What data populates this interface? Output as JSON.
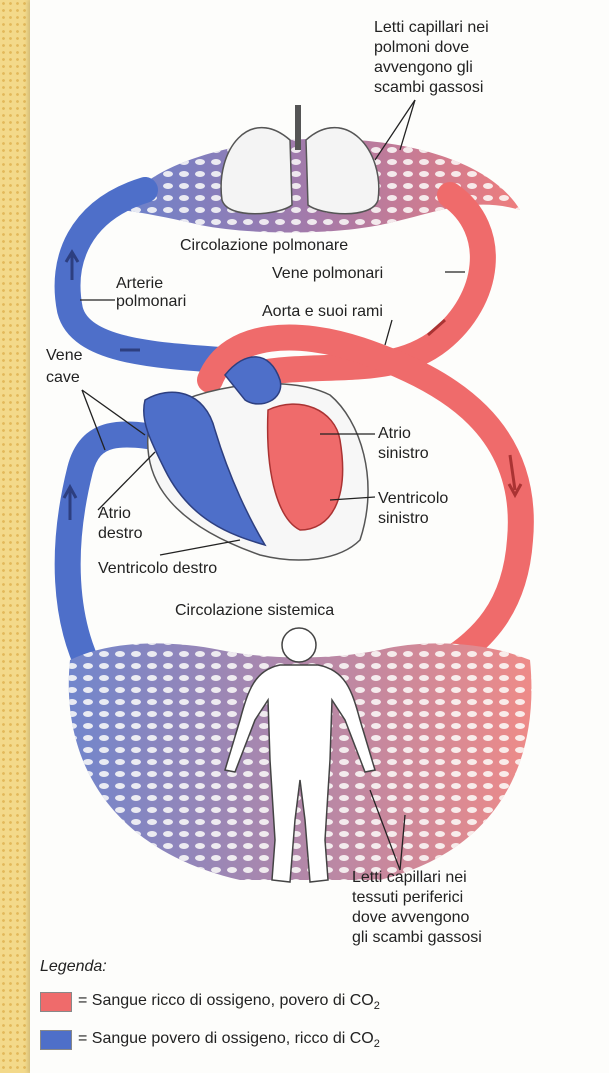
{
  "labels": {
    "lung_caps": [
      "Letti capillari nei",
      "polmoni dove",
      "avvengono gli",
      "scambi gassosi"
    ],
    "pulmonary_circ": "Circolazione polmonare",
    "pulm_arteries": [
      "Arterie",
      "polmonari"
    ],
    "pulm_veins": "Vene polmonari",
    "aorta": "Aorta e suoi rami",
    "vena_cava": [
      "Vene",
      "cave"
    ],
    "left_atrium": [
      "Atrio",
      "sinistro"
    ],
    "left_ventricle": [
      "Ventricolo",
      "sinistro"
    ],
    "right_atrium": [
      "Atrio",
      "destro"
    ],
    "right_ventricle": "Ventricolo destro",
    "systemic_circ": "Circolazione sistemica",
    "periph_caps": [
      "Letti capillari nei",
      "tessuti periferici",
      "dove avvengono",
      "gli scambi gassosi"
    ]
  },
  "legend": {
    "title": "Legenda",
    "items": [
      {
        "text": "= Sangue ricco di ossigeno, povero di CO",
        "sub": "2",
        "color": "#ef6b6b"
      },
      {
        "text": "= Sangue povero di ossigeno, ricco di CO",
        "sub": "2",
        "color": "#4e6fc9"
      }
    ]
  },
  "colors": {
    "oxygenated": "#ef6b6b",
    "deoxygenated": "#4e6fc9",
    "mixed": "#a77aa8"
  }
}
